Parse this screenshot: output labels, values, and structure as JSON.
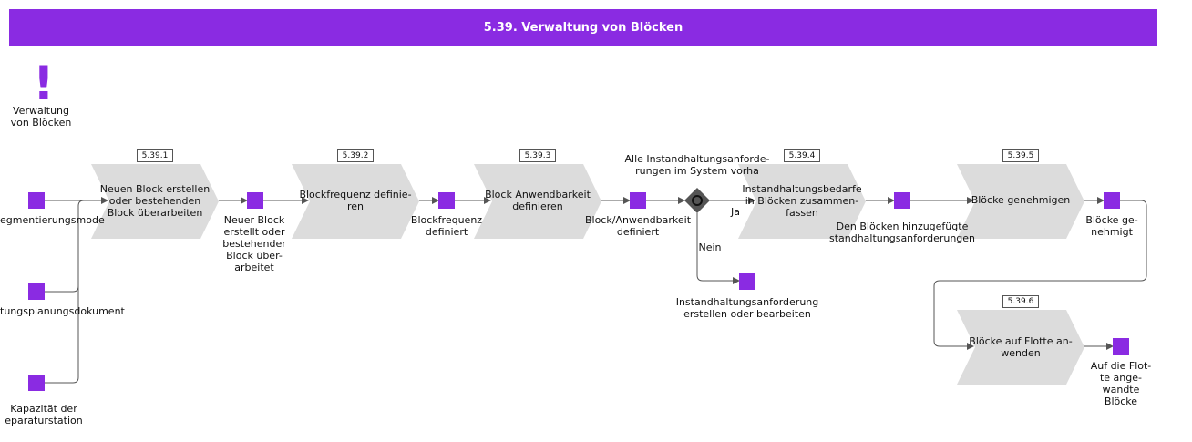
{
  "title": "5.39. Verwaltung von Blöcken",
  "colors": {
    "accent": "#8a2be2",
    "process": "#dcdcdc",
    "line": "#555555",
    "gateway": "#555555"
  },
  "trigger": {
    "icon": "exclamation-icon",
    "label": "Verwaltung\nvon Blöcken"
  },
  "inputs": [
    {
      "id": "in1",
      "label": "egmentierungsmode"
    },
    {
      "id": "in2",
      "label": "tungsplanungsdokument"
    },
    {
      "id": "in3",
      "label": "Kapazität der\neparaturstation"
    }
  ],
  "processes": [
    {
      "id": "p1",
      "tag": "5.39.1",
      "label": "Neuen Block erstellen\noder bestehenden\nBlock überarbeiten"
    },
    {
      "id": "p2",
      "tag": "5.39.2",
      "label": "Blockfrequenz definie-\nren"
    },
    {
      "id": "p3",
      "tag": "5.39.3",
      "label": "Block Anwendbarkeit\ndefinieren"
    },
    {
      "id": "p4",
      "tag": "5.39.4",
      "label": "Instandhaltungsbedarfe\nin Blöcken zusammen-\nfassen"
    },
    {
      "id": "p5",
      "tag": "5.39.5",
      "label": "Blöcke genehmigen"
    },
    {
      "id": "p6",
      "tag": "5.39.6",
      "label": "Blöcke auf Flotte an-\nwenden"
    }
  ],
  "outputs": [
    {
      "id": "o1",
      "label": "Neuer Block\nerstellt oder\nbestehender\nBlock über-\narbeitet"
    },
    {
      "id": "o2",
      "label": "Blockfrequenz\ndefiniert"
    },
    {
      "id": "o3",
      "label": "Block/Anwendbarkeit\ndefiniert"
    },
    {
      "id": "o4",
      "label": "Den Blöcken hinzugefügte\nstandhaltungsanforderungen"
    },
    {
      "id": "o5",
      "label": "Blöcke ge-\nnehmigt"
    },
    {
      "id": "o6",
      "label": "Auf die Flot-\nte ange-\nwandte\nBlöcke"
    },
    {
      "id": "o7",
      "label": "Instandhaltungsanforderung\nerstellen oder bearbeiten"
    }
  ],
  "gateway": {
    "label": "Alle Instandhaltungsanforde-\nrungen im System vorha",
    "yes": "Ja",
    "no": "Nein"
  }
}
